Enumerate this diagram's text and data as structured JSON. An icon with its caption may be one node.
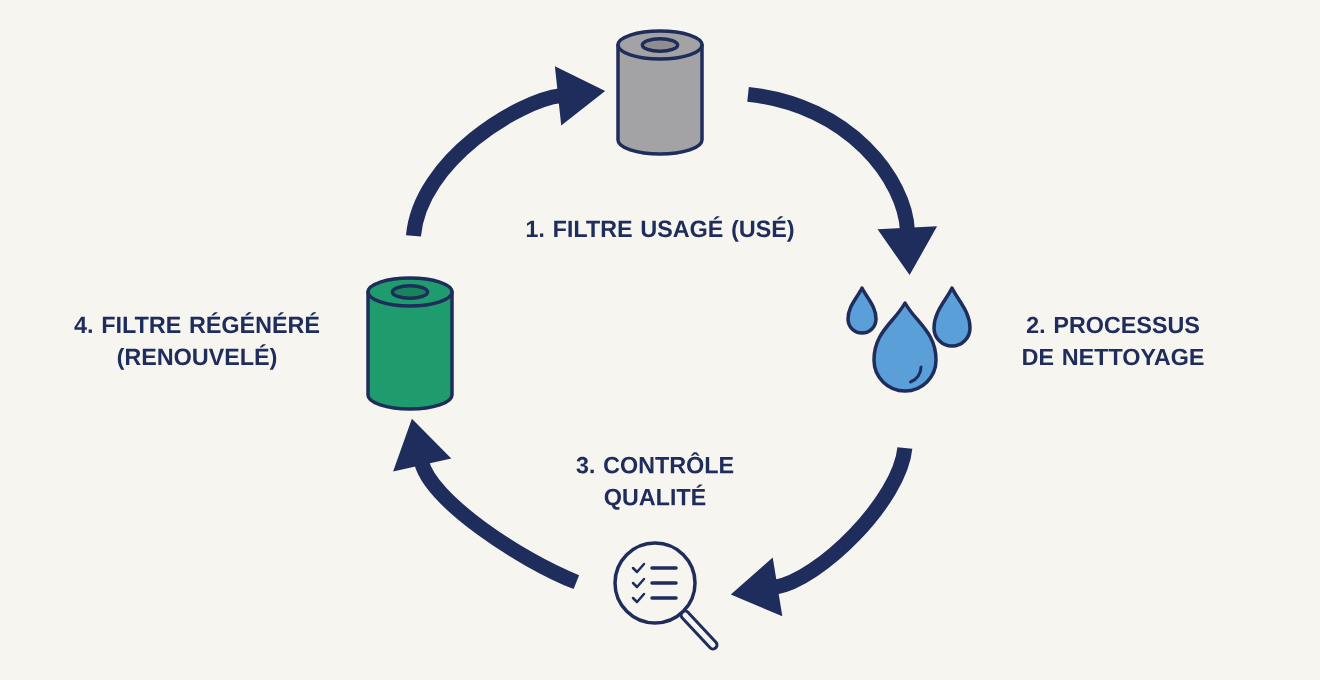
{
  "diagram": {
    "nodes": [
      {
        "text": [
          "1. FILTRE USAGÉ (USÉ)"
        ]
      },
      {
        "text": [
          "2. PROCESSUS DE NETTOYAGE"
        ]
      },
      {
        "text": [
          "3. CONTRÔLE QUALITÉ"
        ]
      },
      {
        "text": [
          "4. FILTRE RÉGÉNÉRÉ (RENOUVELÉ)"
        ]
      }
    ],
    "edges": [
      {
        "from": 0,
        "to": 1,
        "arrow": "to"
      },
      {
        "from": 1,
        "to": 2,
        "arrow": "to"
      },
      {
        "from": 2,
        "to": 3,
        "arrow": "to"
      },
      {
        "from": 3,
        "to": 0,
        "arrow": "to"
      }
    ]
  }
}
